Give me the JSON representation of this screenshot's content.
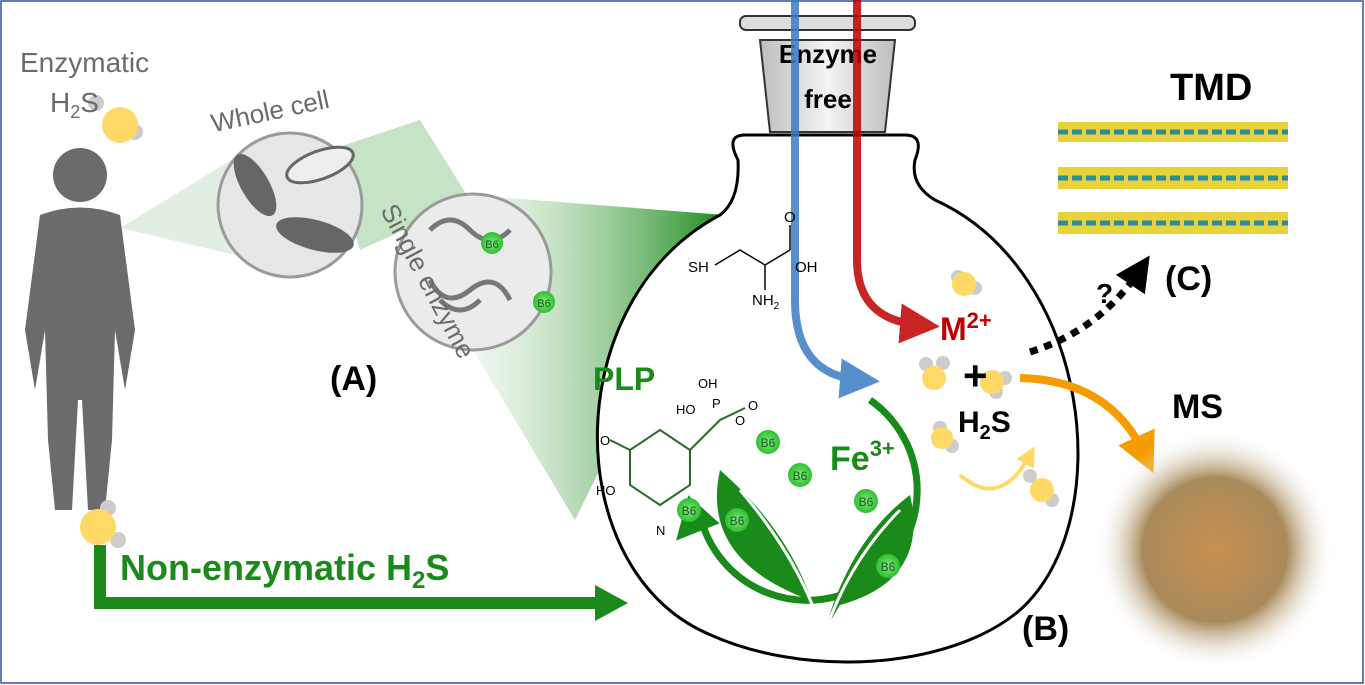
{
  "labels": {
    "enzymatic": "Enzymatic",
    "h2s_h": "H",
    "h2s_sub": "2",
    "h2s_s": "S",
    "whole_cell": "Whole cell",
    "single_enzyme": "Single enzyme",
    "panel_a": "(A)",
    "panel_b": "(B)",
    "panel_c": "(C)",
    "enzyme": "Enzyme",
    "free": "free",
    "tmd": "TMD",
    "ms": "MS",
    "question": "?",
    "metal": "M",
    "metal_charge": "2+",
    "plus": "+",
    "plp": "PLP",
    "fe": "Fe",
    "fe_charge": "3+",
    "non_enzymatic": "Non-enzymatic H",
    "b6": "B6"
  },
  "cysteine": {
    "sh": "SH",
    "o": "O",
    "oh": "OH",
    "nh2": "NH",
    "nh2_sub": "2"
  },
  "plp_structure": {
    "oh1": "OH",
    "ho1": "HO",
    "p": "P",
    "o1": "O",
    "o2": "O",
    "ho2": "HO",
    "n": "N",
    "o3": "O"
  },
  "colors": {
    "green": "#1a8a1a",
    "red": "#c00000",
    "blue": "#3a7cc4",
    "orange": "#f59c00",
    "yellow": "#ffd966",
    "border": "#2f5597"
  }
}
